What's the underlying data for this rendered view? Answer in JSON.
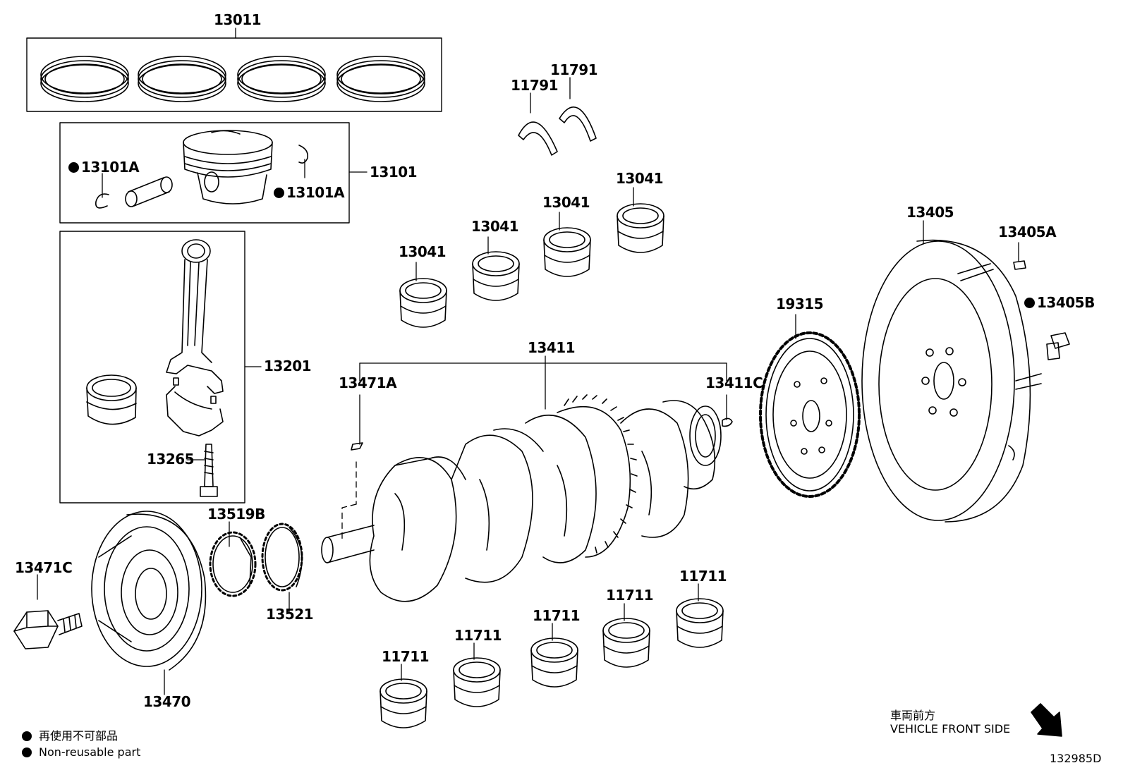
{
  "labels": {
    "rings_kit": "13011",
    "thrust_washer_a": "11791",
    "thrust_washer_b": "11791",
    "piston_pin_clip_left": "13101A",
    "piston_pin_clip_right": "13101A",
    "piston_set": "13101",
    "rod_bearing_1": "13041",
    "rod_bearing_2": "13041",
    "rod_bearing_3": "13041",
    "rod_bearing_4": "13041",
    "flywheel": "13405",
    "flywheel_pin": "13405A",
    "flywheel_bolt": "13405B",
    "timing_rotor": "19315",
    "crankshaft": "13411",
    "key_13471a": "13471A",
    "pin_13411c": "13411C",
    "connecting_rod": "13201",
    "rod_bolt": "13265",
    "sprocket_13519b": "13519B",
    "pulley_bolt": "13471C",
    "sprocket_13521": "13521",
    "pulley": "13470",
    "main_bearing_1": "11711",
    "main_bearing_2": "11711",
    "main_bearing_3": "11711",
    "main_bearing_4": "11711",
    "main_bearing_5": "11711"
  },
  "legend": {
    "jp": "再使用不可部品",
    "en": "Non-reusable part"
  },
  "front": {
    "jp": "車両前方",
    "en": "VEHICLE FRONT SIDE"
  },
  "reference": "132985D",
  "icons": {
    "non_reusable_marker": "filled-circle-icon",
    "direction": "arrow-down-right-icon"
  }
}
